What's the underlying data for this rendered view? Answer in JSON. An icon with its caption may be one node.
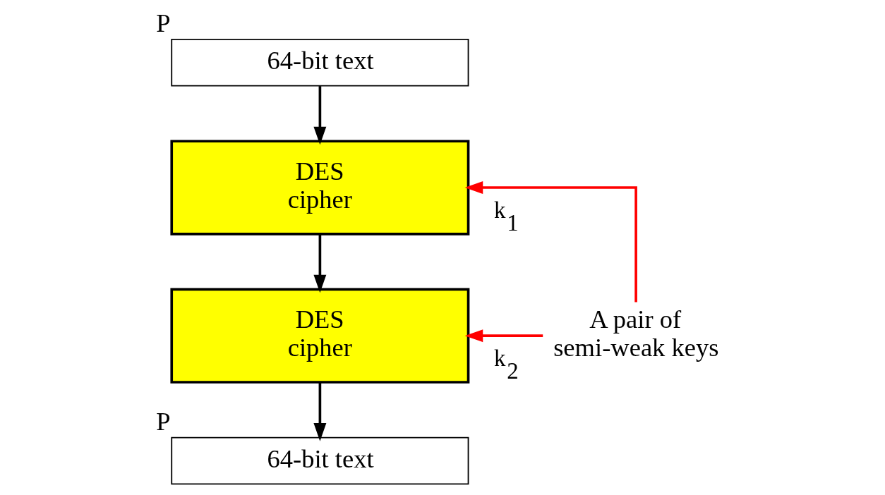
{
  "diagram": {
    "nodes": [
      {
        "text": [
          "64-bit text"
        ],
        "beside": [
          "P"
        ]
      },
      {
        "text": [
          "DES cipher"
        ]
      },
      {
        "text": [
          "DES cipher"
        ]
      },
      {
        "text": [
          "64-bit text"
        ],
        "beside": [
          "P"
        ]
      },
      {
        "text": [
          "A pair of semi-weak keys"
        ]
      }
    ],
    "edges": [
      {
        "from": 0,
        "to": 1,
        "arrow": "to"
      },
      {
        "from": 1,
        "to": 2,
        "arrow": "to"
      },
      {
        "from": 2,
        "to": 3,
        "arrow": "to"
      },
      {
        "from": 4,
        "to": 1,
        "arrow": "to",
        "label": "k$_{1}$",
        "color": "#ff0000"
      },
      {
        "from": 4,
        "to": 2,
        "arrow": "to",
        "label": "k$_{2}$",
        "color": "#ff0000"
      }
    ]
  }
}
